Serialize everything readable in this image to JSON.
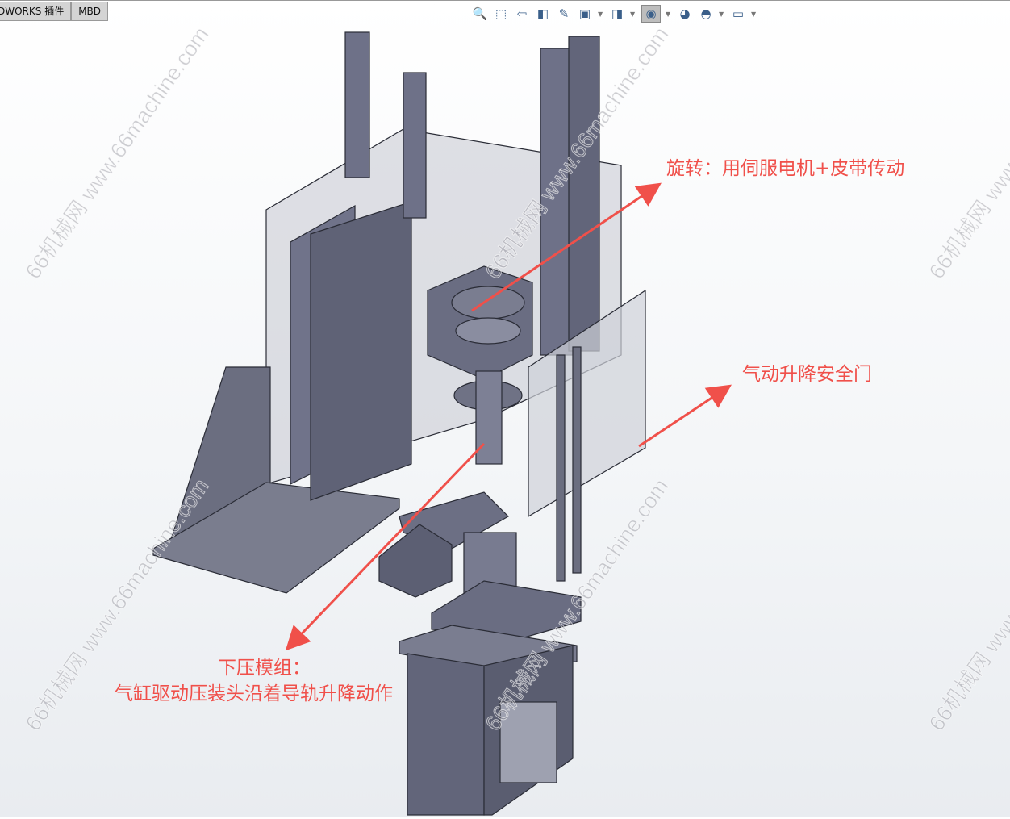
{
  "tabs": [
    {
      "label": "DWORKS 插件"
    },
    {
      "label": "MBD"
    }
  ],
  "toolbar": [
    {
      "icon": "zoom-to-fit-icon",
      "glyph": "🔍"
    },
    {
      "icon": "zoom-to-area-icon",
      "glyph": "⬚"
    },
    {
      "icon": "previous-view-icon",
      "glyph": "⇦"
    },
    {
      "icon": "section-view-icon",
      "glyph": "◧"
    },
    {
      "icon": "dynamic-annotation-icon",
      "glyph": "✎"
    },
    {
      "icon": "view-orientation-icon",
      "glyph": "▣"
    },
    {
      "icon": "display-style-icon",
      "glyph": "◨"
    },
    {
      "icon": "hide-show-items-icon",
      "glyph": "◉"
    },
    {
      "icon": "edit-appearance-icon",
      "glyph": "◕"
    },
    {
      "icon": "apply-scene-icon",
      "glyph": "◓"
    },
    {
      "icon": "view-settings-icon",
      "glyph": "▭"
    }
  ],
  "watermark": "66机械网 www.66machine.com",
  "annotations": {
    "rotation": "旋转：用伺服电机+皮带传动",
    "door": "气动升降安全门",
    "press_title": "下压模组：",
    "press_desc": "气缸驱动压装头沿着导轨升降动作"
  },
  "colors": {
    "annotation": "#f0504a",
    "metal": "#6b6e80",
    "glass": "#c9cbd3"
  }
}
